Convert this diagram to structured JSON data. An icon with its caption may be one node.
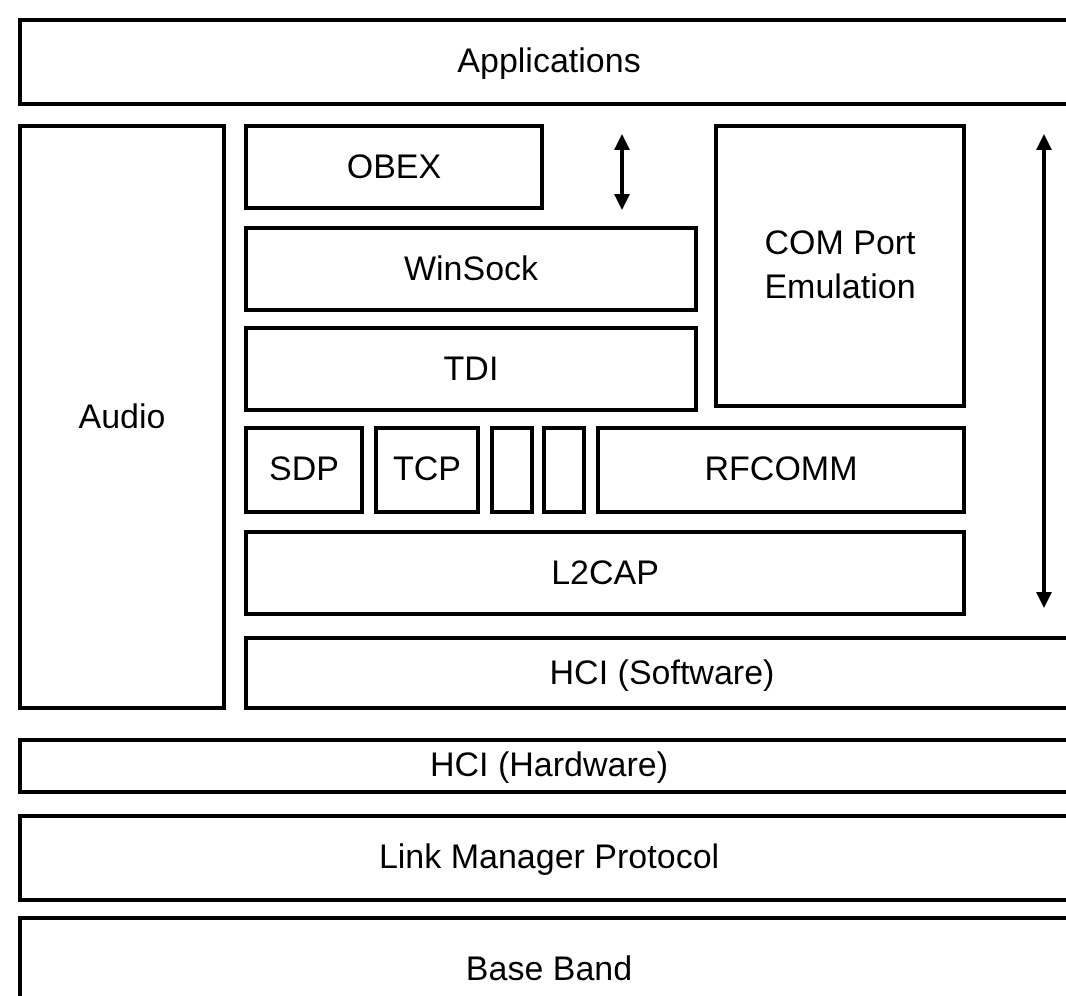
{
  "diagram": {
    "nodes": [
      {
        "text": [
          "Applications"
        ]
      },
      {
        "text": [
          "Audio"
        ]
      },
      {
        "text": [
          "OBEX"
        ]
      },
      {
        "text": [
          "WinSock"
        ]
      },
      {
        "text": [
          "COM Port Emulation"
        ]
      },
      {
        "text": [
          "TDI"
        ]
      },
      {
        "text": [
          "SDP"
        ]
      },
      {
        "text": [
          "TCP"
        ]
      },
      {
        "text": [],
        "shape": "box"
      },
      {
        "text": [],
        "shape": "box"
      },
      {
        "text": [
          "RFCOMM"
        ]
      },
      {
        "text": [
          "L2CAP"
        ]
      },
      {
        "text": [
          "HCI (Software)"
        ]
      },
      {
        "text": [
          "HCI (Hardware)"
        ]
      },
      {
        "text": [
          "Link Manager Protocol"
        ]
      },
      {
        "text": [
          "Base Band"
        ]
      }
    ]
  }
}
